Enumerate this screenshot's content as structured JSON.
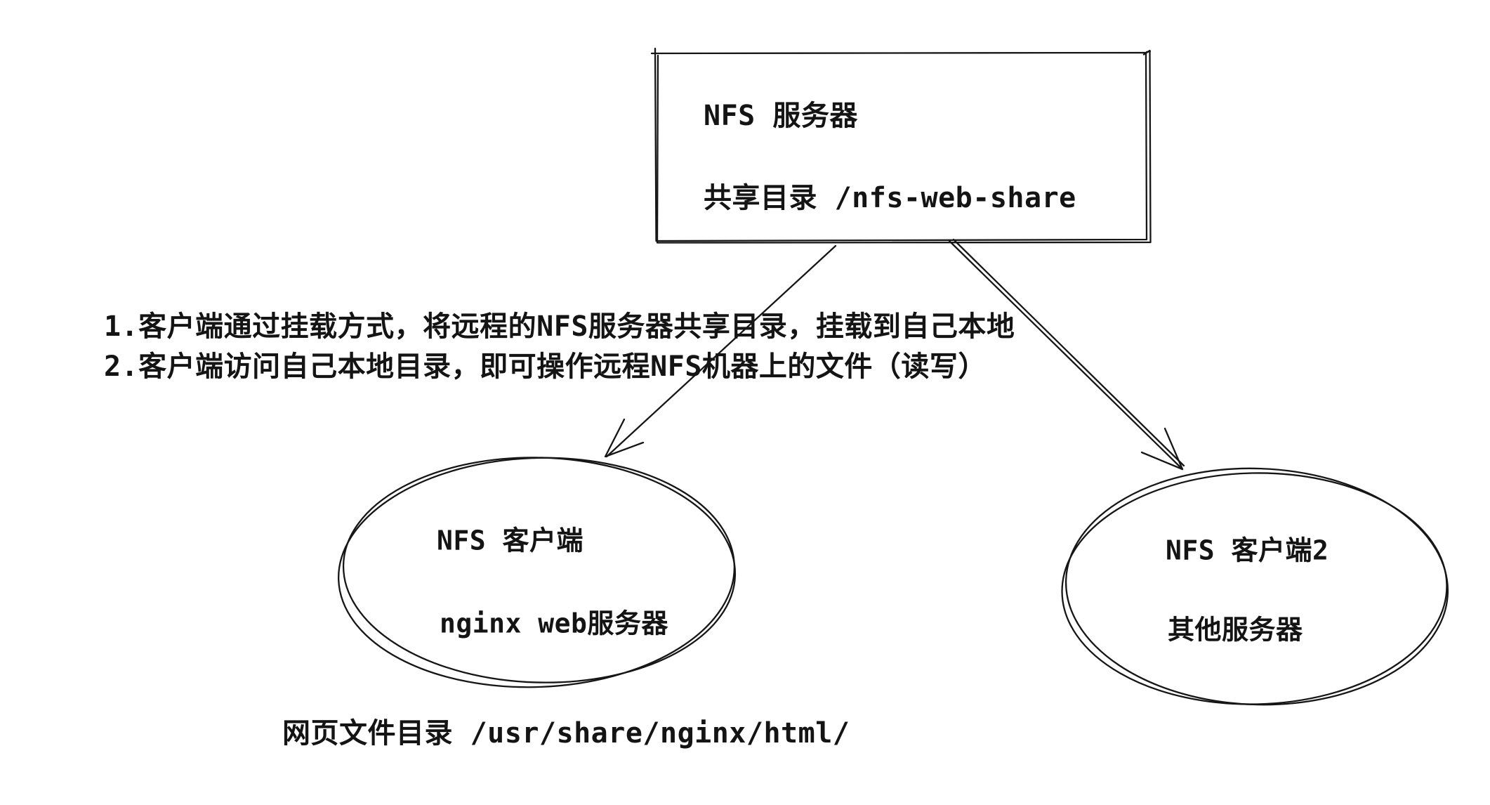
{
  "colors": {
    "ink": "#161616",
    "background": "#ffffff"
  },
  "server_box": {
    "title": "NFS 服务器",
    "share_dir": "共享目录 /nfs-web-share"
  },
  "notes": {
    "line1": "1.客户端通过挂载方式，将远程的NFS服务器共享目录，挂载到自己本地",
    "line2": "2.客户端访问自己本地目录，即可操作远程NFS机器上的文件（读写）"
  },
  "client1": {
    "title": "NFS 客户端",
    "subtitle": "nginx web服务器"
  },
  "client2": {
    "title": "NFS 客户端2",
    "subtitle": "其他服务器"
  },
  "footer": "网页文件目录 /usr/share/nginx/html/"
}
